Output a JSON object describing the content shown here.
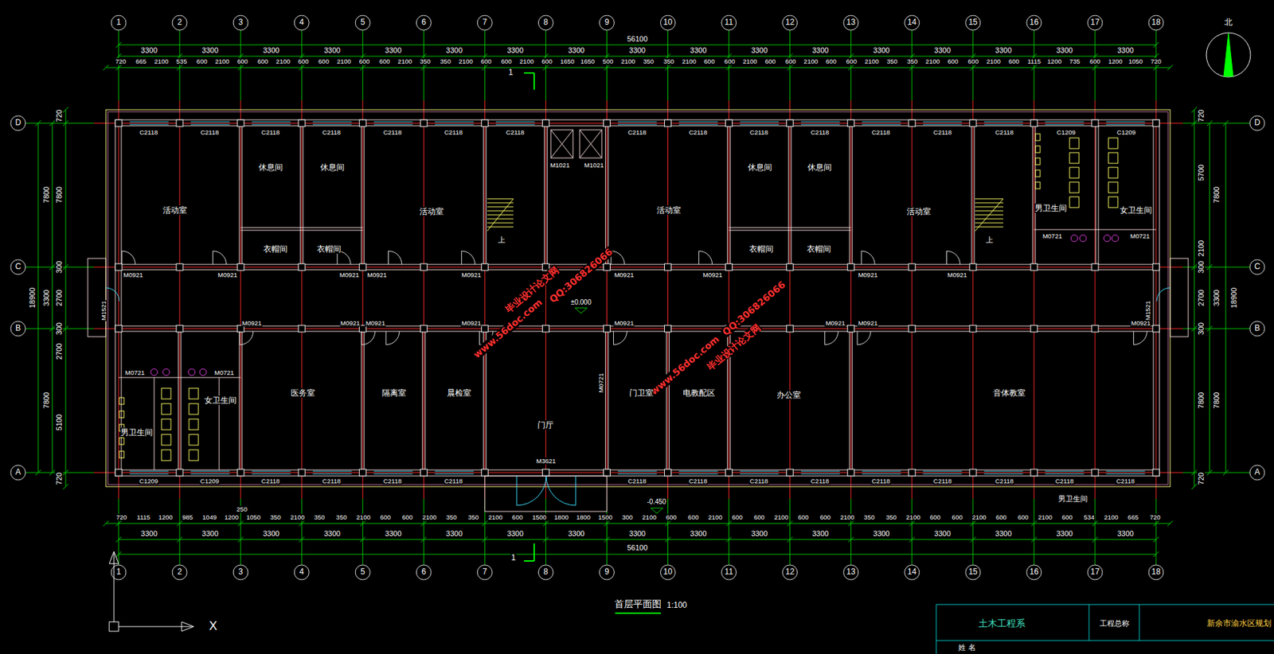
{
  "diagram": {
    "title": "首层平面图",
    "nodes": [
      {
        "text": [
          "活动室"
        ]
      },
      {
        "text": [
          "休息间"
        ]
      },
      {
        "text": [
          "休息间"
        ]
      },
      {
        "text": [
          "衣帽间"
        ]
      },
      {
        "text": [
          "衣帽间"
        ]
      },
      {
        "text": [
          "活动室"
        ]
      },
      {
        "text": [
          "活动室"
        ]
      },
      {
        "text": [
          "休息间"
        ]
      },
      {
        "text": [
          "休息间"
        ]
      },
      {
        "text": [
          "衣帽间"
        ]
      },
      {
        "text": [
          "衣帽间"
        ]
      },
      {
        "text": [
          "活动室"
        ]
      },
      {
        "text": [
          "男卫生间"
        ]
      },
      {
        "text": [
          "女卫生间"
        ]
      },
      {
        "text": [
          "女卫生间"
        ]
      },
      {
        "text": [
          "男卫生间"
        ]
      },
      {
        "text": [
          "医务室"
        ]
      },
      {
        "text": [
          "隔离室"
        ]
      },
      {
        "text": [
          "晨检室"
        ]
      },
      {
        "text": [
          "门厅"
        ]
      },
      {
        "text": [
          "门卫室"
        ]
      },
      {
        "text": [
          "电教配区"
        ]
      },
      {
        "text": [
          "办公室"
        ]
      },
      {
        "text": [
          "音体教室"
        ]
      }
    ],
    "labels": [
      "1",
      "2",
      "3",
      "4",
      "5",
      "6",
      "7",
      "8",
      "9",
      "10",
      "11",
      "12",
      "13",
      "14",
      "15",
      "16",
      "17",
      "18",
      "1",
      "2",
      "3",
      "4",
      "5",
      "6",
      "7",
      "8",
      "9",
      "10",
      "11",
      "12",
      "13",
      "14",
      "15",
      "16",
      "17",
      "18",
      "D",
      "C",
      "B",
      "A",
      "D",
      "C",
      "B",
      "A",
      "3300",
      "3300",
      "3300",
      "3300",
      "3300",
      "3300",
      "3300",
      "3300",
      "3300",
      "3300",
      "3300",
      "3300",
      "3300",
      "3300",
      "3300",
      "3300",
      "3300",
      "56100",
      "3300",
      "3300",
      "3300",
      "3300",
      "3300",
      "3300",
      "3300",
      "3300",
      "3300",
      "3300",
      "3300",
      "3300",
      "3300",
      "3300",
      "3300",
      "3300",
      "3300",
      "56100",
      "720",
      "665",
      "2100",
      "535",
      "600",
      "2100",
      "600",
      "600",
      "2100",
      "600",
      "600",
      "2100",
      "600",
      "600",
      "2100",
      "350",
      "350",
      "2100",
      "600",
      "600",
      "2100",
      "600",
      "1650",
      "1650",
      "500",
      "2100",
      "350",
      "350",
      "2100",
      "600",
      "600",
      "2100",
      "600",
      "600",
      "2100",
      "600",
      "600",
      "2100",
      "350",
      "350",
      "2100",
      "600",
      "600",
      "2100",
      "600",
      "1115",
      "1200",
      "735",
      "600",
      "1200",
      "1050",
      "720",
      "720",
      "1115",
      "1200",
      "985",
      "1049",
      "1200",
      "1050",
      "350",
      "2100",
      "350",
      "350",
      "2100",
      "600",
      "600",
      "2100",
      "350",
      "350",
      "2100",
      "600",
      "1500",
      "1800",
      "1800",
      "1500",
      "300",
      "2100",
      "600",
      "600",
      "2100",
      "600",
      "600",
      "2100",
      "600",
      "600",
      "2100",
      "350",
      "350",
      "2100",
      "600",
      "600",
      "2100",
      "600",
      "600",
      "2100",
      "600",
      "534",
      "2100",
      "665",
      "720",
      "720",
      "7800",
      "300",
      "2700",
      "300",
      "2700",
      "5100",
      "720",
      "7800",
      "3300",
      "7800",
      "18900",
      "720",
      "5700",
      "2100",
      "300",
      "2700",
      "300",
      "7800",
      "720",
      "7800",
      "3300",
      "7800",
      "18900",
      "C2118",
      "C2118",
      "C2118",
      "C2118",
      "C2118",
      "C2118",
      "C2118",
      "M1021",
      "M1021",
      "C2118",
      "C2118",
      "C2118",
      "C2118",
      "C2118",
      "C2118",
      "C2118",
      "C1209",
      "C1209",
      "M0721",
      "M0721",
      "M0921",
      "M0921",
      "M0921",
      "M0921",
      "M0921",
      "M0921",
      "M0921",
      "M0921",
      "M0921",
      "M1521",
      "M1521",
      "M0921",
      "M0921",
      "M0921",
      "M0921",
      "M0921",
      "M0921",
      "M0921",
      "M0921",
      "M0721",
      "M0721",
      "M0721",
      "M3621",
      "C1209",
      "C1209",
      "C2118",
      "C2118",
      "C2118",
      "C2118",
      "C2118",
      "C2118",
      "C2118",
      "C2118",
      "C2118",
      "C2118",
      "C2118",
      "C2118",
      "C2118",
      "±0.000",
      "-0.450",
      "上",
      "上",
      "1",
      "1",
      "250",
      "男卫生间",
      "北",
      "X",
      "1:100",
      "毕业设计论文网",
      "www.56doc.com",
      "QQ:306826066",
      "QQ:306826066",
      "毕业设计论文网",
      "www.56doc.com",
      "土木工程系",
      "工程总称",
      "新余市渝水区规划",
      "姓 名"
    ]
  }
}
